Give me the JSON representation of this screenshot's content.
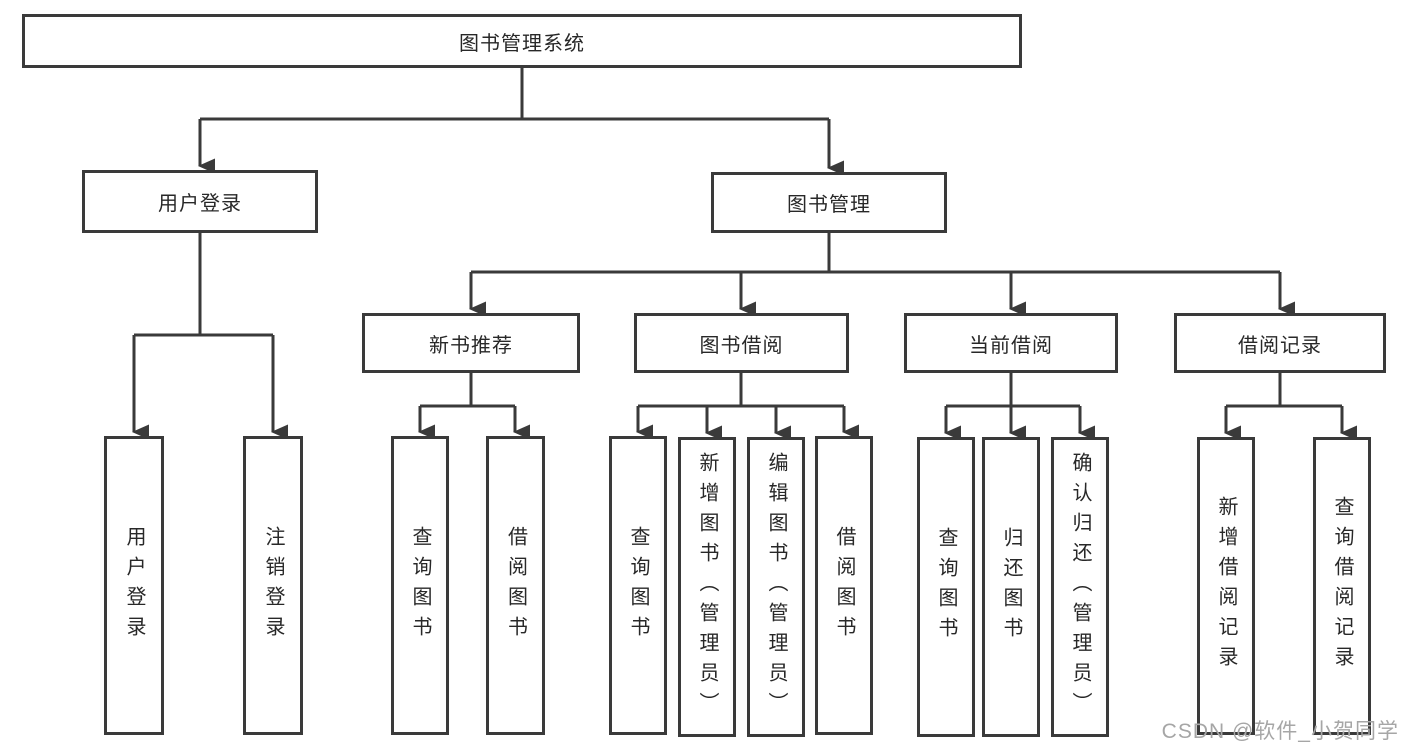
{
  "diagram": {
    "title": "图书管理系统",
    "tree": {
      "label": "图书管理系统",
      "children": [
        {
          "label": "用户登录",
          "children": [
            {
              "label": "用户登录"
            },
            {
              "label": "注销登录"
            }
          ]
        },
        {
          "label": "图书管理",
          "children": [
            {
              "label": "新书推荐",
              "children": [
                {
                  "label": "查询图书"
                },
                {
                  "label": "借阅图书"
                }
              ]
            },
            {
              "label": "图书借阅",
              "children": [
                {
                  "label": "查询图书"
                },
                {
                  "label": "新增图书（管理员）"
                },
                {
                  "label": "编辑图书（管理员）"
                },
                {
                  "label": "借阅图书"
                }
              ]
            },
            {
              "label": "当前借阅",
              "children": [
                {
                  "label": "查询图书"
                },
                {
                  "label": "归还图书"
                },
                {
                  "label": "确认归还（管理员）"
                }
              ]
            },
            {
              "label": "借阅记录",
              "children": [
                {
                  "label": "新增借阅记录"
                },
                {
                  "label": "查询借阅记录"
                }
              ]
            }
          ]
        }
      ]
    }
  },
  "watermark": {
    "text": "CSDN @软件_小贺同学"
  },
  "colors": {
    "line": "#3a3a3a",
    "box_border": "#3a3a3a",
    "text": "#282828",
    "background": "#ffffff",
    "watermark": "#a6a6a6"
  }
}
